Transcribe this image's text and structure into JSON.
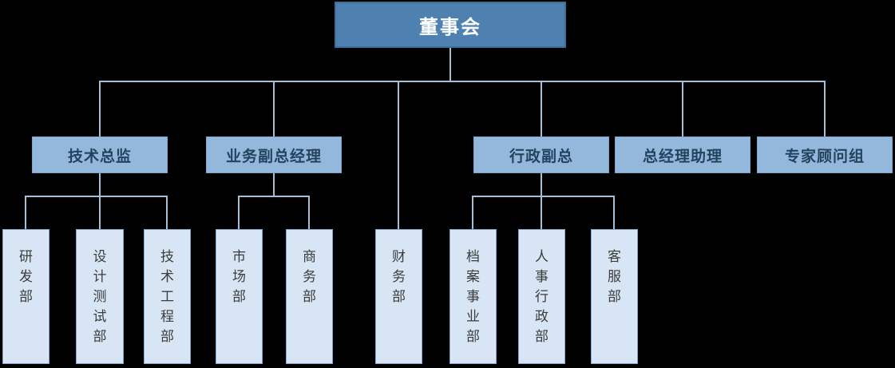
{
  "org_chart": {
    "type": "organization-chart",
    "root": {
      "id": "board",
      "label": "董事会"
    },
    "level2": [
      {
        "id": "tech-director",
        "label": "技术总监",
        "parent": "董事会"
      },
      {
        "id": "business-deputy-gm",
        "label": "业务副总经理",
        "parent": "董事会"
      },
      {
        "id": "admin-deputy",
        "label": "行政副总",
        "parent": "董事会"
      },
      {
        "id": "gm-assistant",
        "label": "总经理助理",
        "parent": "董事会"
      },
      {
        "id": "expert-advisors",
        "label": "专家顾问组",
        "parent": "董事会"
      }
    ],
    "level3": [
      {
        "id": "rd-dept",
        "label": "研发部",
        "parent": "技术总监"
      },
      {
        "id": "design-testing-dept",
        "label": "设计测试部",
        "parent": "技术总监"
      },
      {
        "id": "tech-engineering-dept",
        "label": "技术工程部",
        "parent": "技术总监"
      },
      {
        "id": "marketing-dept",
        "label": "市场部",
        "parent": "业务副总经理"
      },
      {
        "id": "commerce-dept",
        "label": "商务部",
        "parent": "业务副总经理"
      },
      {
        "id": "finance-dept",
        "label": "财务部",
        "parent": "董事会"
      },
      {
        "id": "archives-dept",
        "label": "档案事业部",
        "parent": "行政副总"
      },
      {
        "id": "hr-admin-dept",
        "label": "人事行政部",
        "parent": "行政副总"
      },
      {
        "id": "customer-service-dept",
        "label": "客服部",
        "parent": "行政副总"
      }
    ]
  },
  "colors": {
    "canvas_bg": "#000000",
    "root_fill": "#4E81B0",
    "root_border": "#3E6D96",
    "root_text": "#FFFFFF",
    "level2_fill": "#94B8DB",
    "level2_border": "#7FA7CE",
    "level2_text": "#24435F",
    "level3_fill": "#D7E5F4",
    "level3_border": "#7FA9D2",
    "level3_text": "#3C3C3C",
    "connector": "#A4BFD8"
  }
}
